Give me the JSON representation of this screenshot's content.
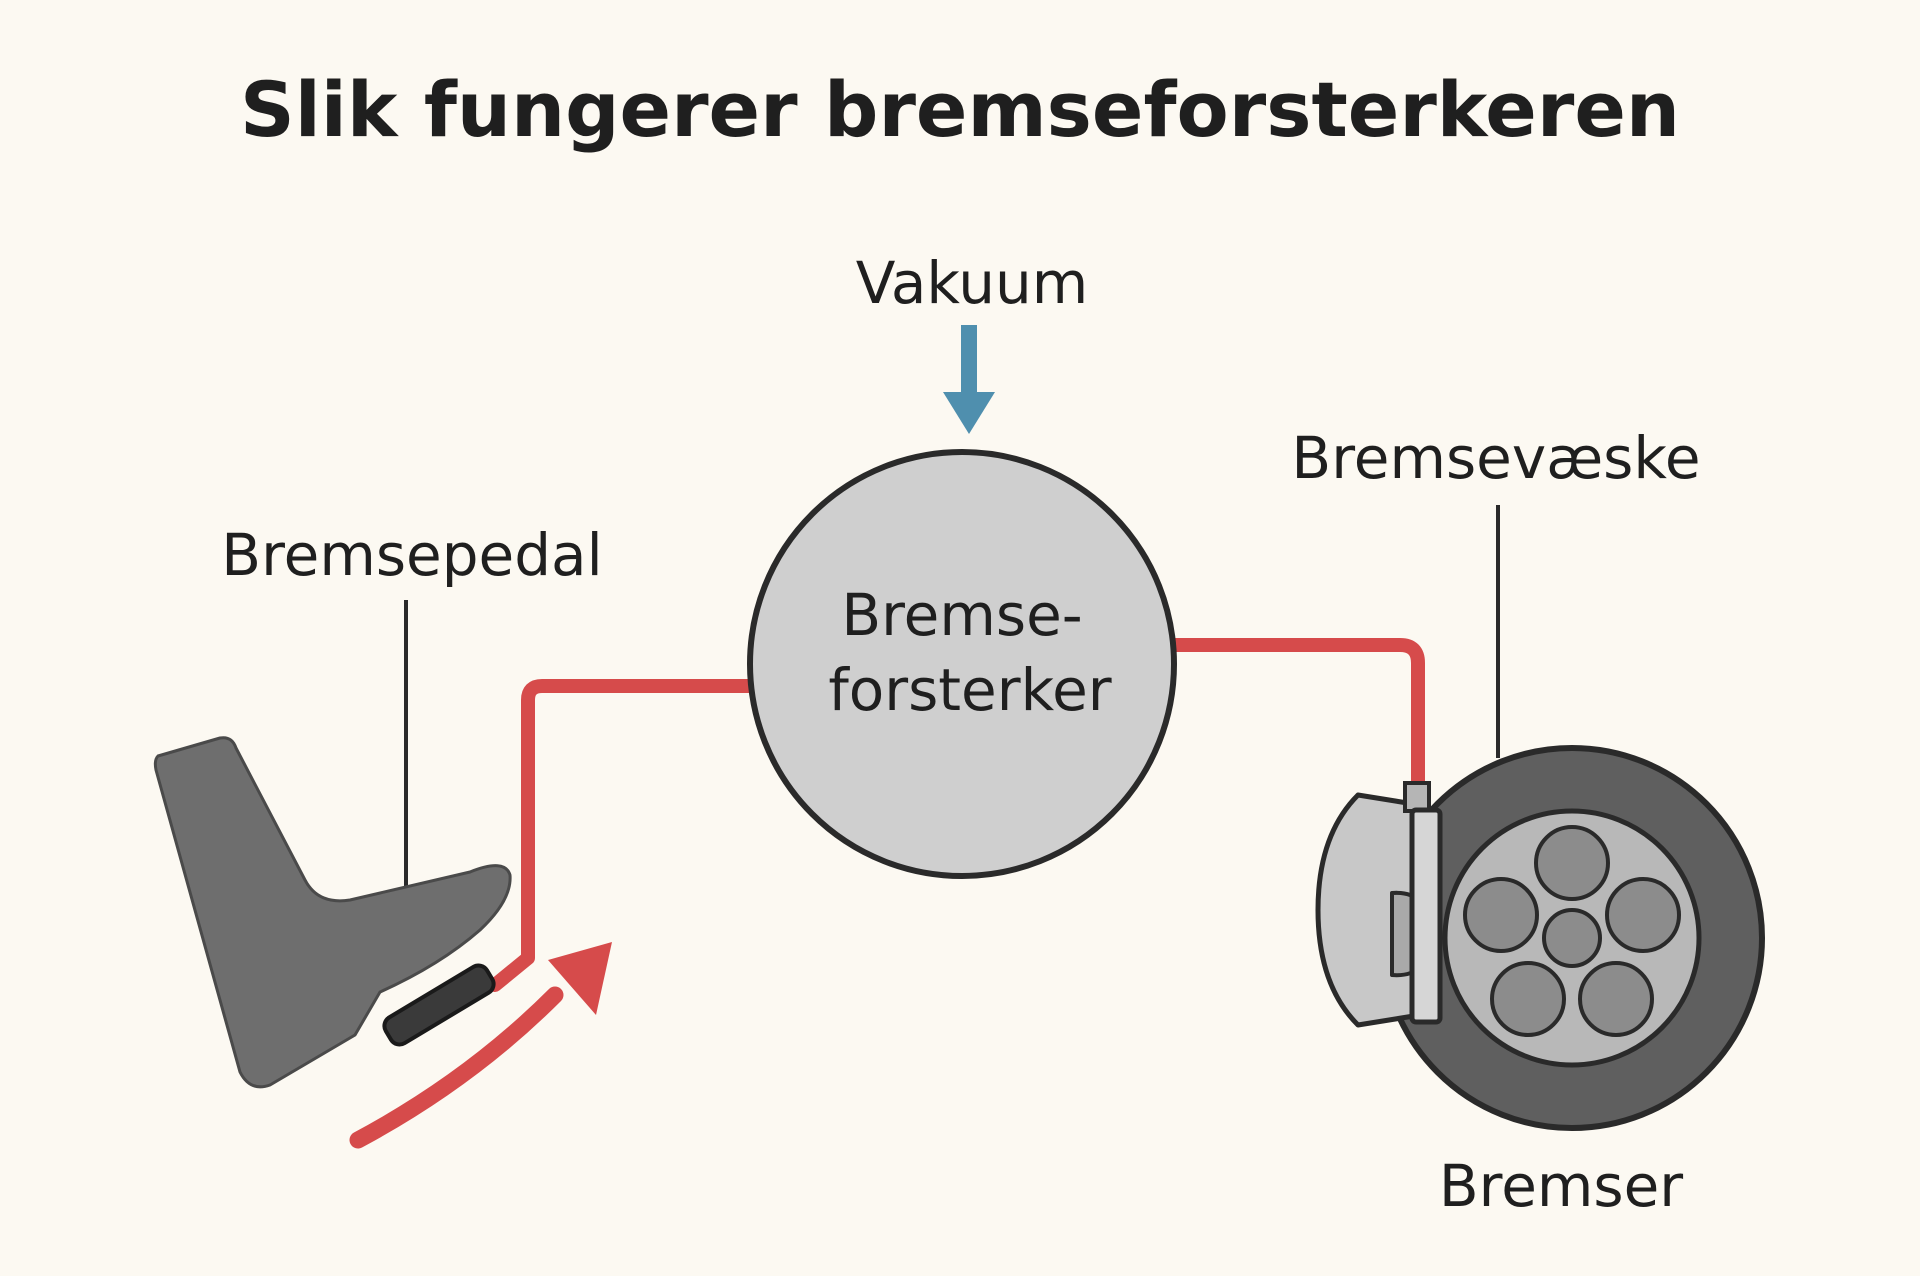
{
  "title": "Slik fungerer bremseforsterkeren",
  "labels": {
    "vacuum": "Vakuum",
    "booster_line1": "Bremse-",
    "booster_line2": "forsterker",
    "pedal": "Bremsepedal",
    "fluid": "Bremsevæske",
    "brakes": "Bremser"
  },
  "colors": {
    "background": "#fcf9f2",
    "brake_line": "#d64b4b",
    "force_arrow": "#d64b4b",
    "vacuum_arrow": "#4f8fae",
    "booster_fill": "#cfcfcf",
    "foot": "#6e6e6e",
    "tire": "#5f5f5f",
    "rim": "#b8b8b8",
    "caliper": "#c8c8c8",
    "outline": "#2a2a2a"
  },
  "icons": {
    "foot": "foot-icon",
    "brake_pedal": "brake-pedal-icon",
    "wheel": "wheel-icon",
    "caliper": "brake-caliper-icon"
  }
}
